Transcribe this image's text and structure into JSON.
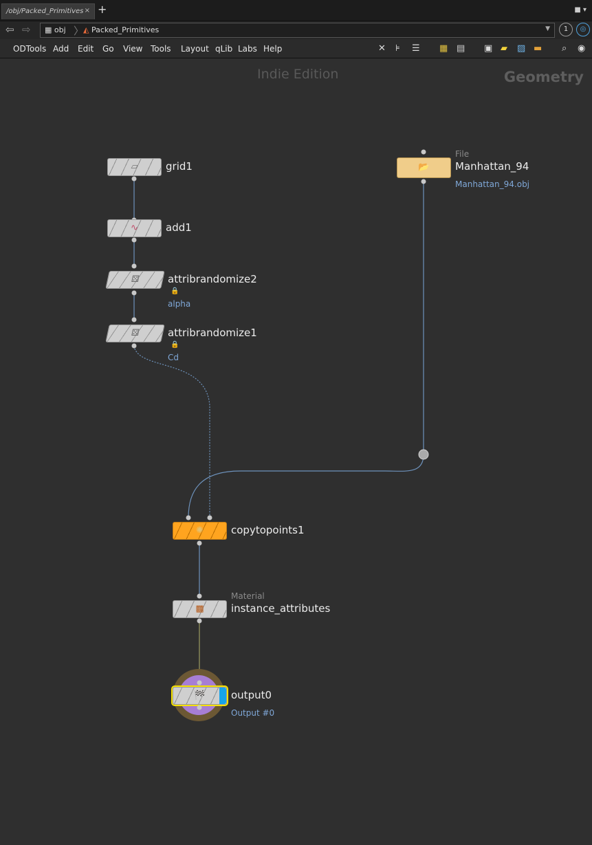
{
  "tab": {
    "title": "/obj/Packed_Primitives",
    "close": "×",
    "add": "+"
  },
  "path": {
    "root": "obj",
    "current": "Packed_Primitives"
  },
  "menu": [
    "ODTools",
    "Add",
    "Edit",
    "Go",
    "View",
    "Tools",
    "Layout",
    "qLib",
    "Labs",
    "Help"
  ],
  "pathbar_buttons": {
    "pin": "1"
  },
  "watermark": "Indie Edition",
  "context_label": "Geometry",
  "nodes": {
    "grid1": {
      "name": "grid1"
    },
    "add1": {
      "name": "add1"
    },
    "attribrandomize2": {
      "name": "attribrandomize2",
      "comment": "alpha"
    },
    "attribrandomize1": {
      "name": "attribrandomize1",
      "comment": "Cd"
    },
    "manhattan": {
      "name": "Manhattan_94",
      "type": "File",
      "comment": "Manhattan_94.obj"
    },
    "copytopoints1": {
      "name": "copytopoints1"
    },
    "instance_attributes": {
      "name": "instance_attributes",
      "type": "Material"
    },
    "output0": {
      "name": "output0",
      "comment": "Output #0"
    }
  },
  "colors": {
    "background": "#2f2f2f",
    "wire": "#6e93bd",
    "selected_node": "#ffa41f",
    "file_node": "#f0cd8a",
    "display_flag": "#17a4e8"
  }
}
